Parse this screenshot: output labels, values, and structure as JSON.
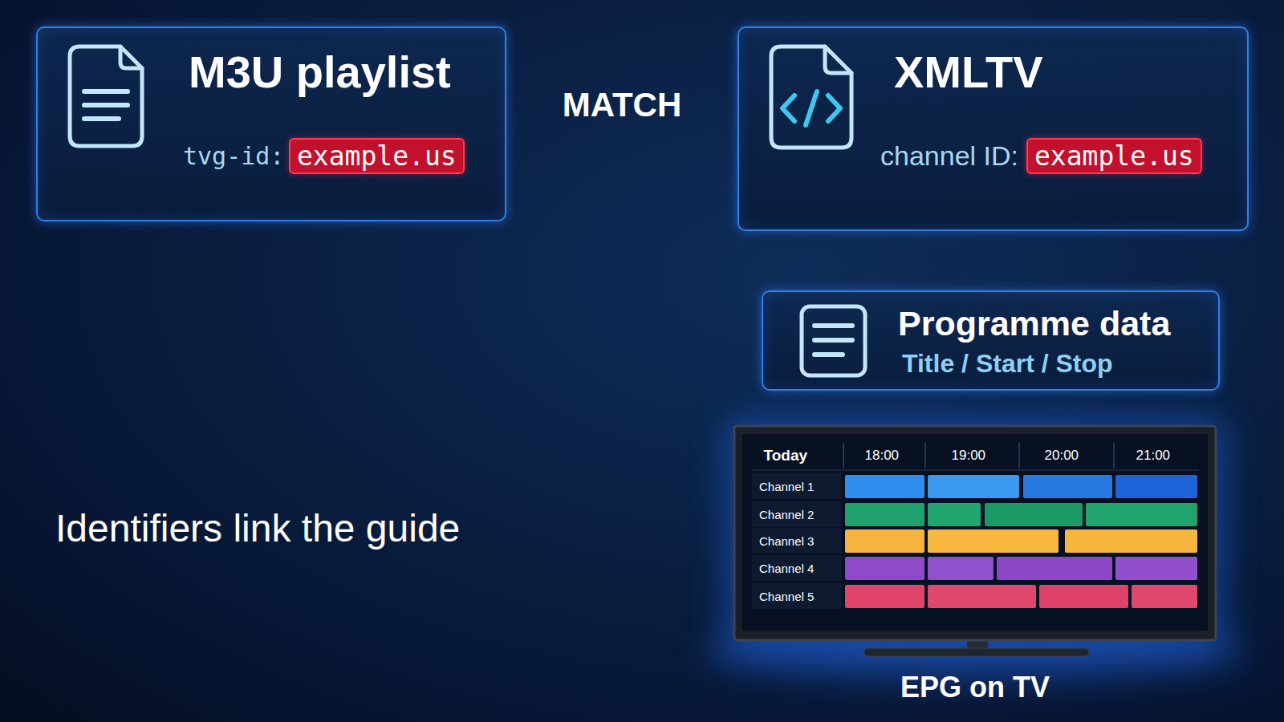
{
  "diagram": {
    "nodes": [
      {
        "text": [
          "M3U playlist",
          "tvg-id:",
          "example.us"
        ]
      },
      {
        "text": [
          "XMLTV",
          "channel ID:",
          "example.us"
        ]
      },
      {
        "text": [
          "Programme data",
          "Title / Start / Stop"
        ]
      },
      {
        "text": [
          "EPG on TV"
        ]
      }
    ],
    "edges": [
      {
        "from": 0,
        "to": 1,
        "label": "MATCH",
        "arrow": "both"
      },
      {
        "from": 1,
        "to": 2,
        "arrow": "to"
      },
      {
        "from": 2,
        "to": 3,
        "arrow": "to"
      }
    ],
    "labels": [
      "Identifiers link the guide",
      "Today",
      "18:00",
      "19:00",
      "20:00",
      "21:00",
      "Channel 1",
      "Channel 2",
      "Channel 3",
      "Channel 4",
      "Channel 5"
    ]
  }
}
